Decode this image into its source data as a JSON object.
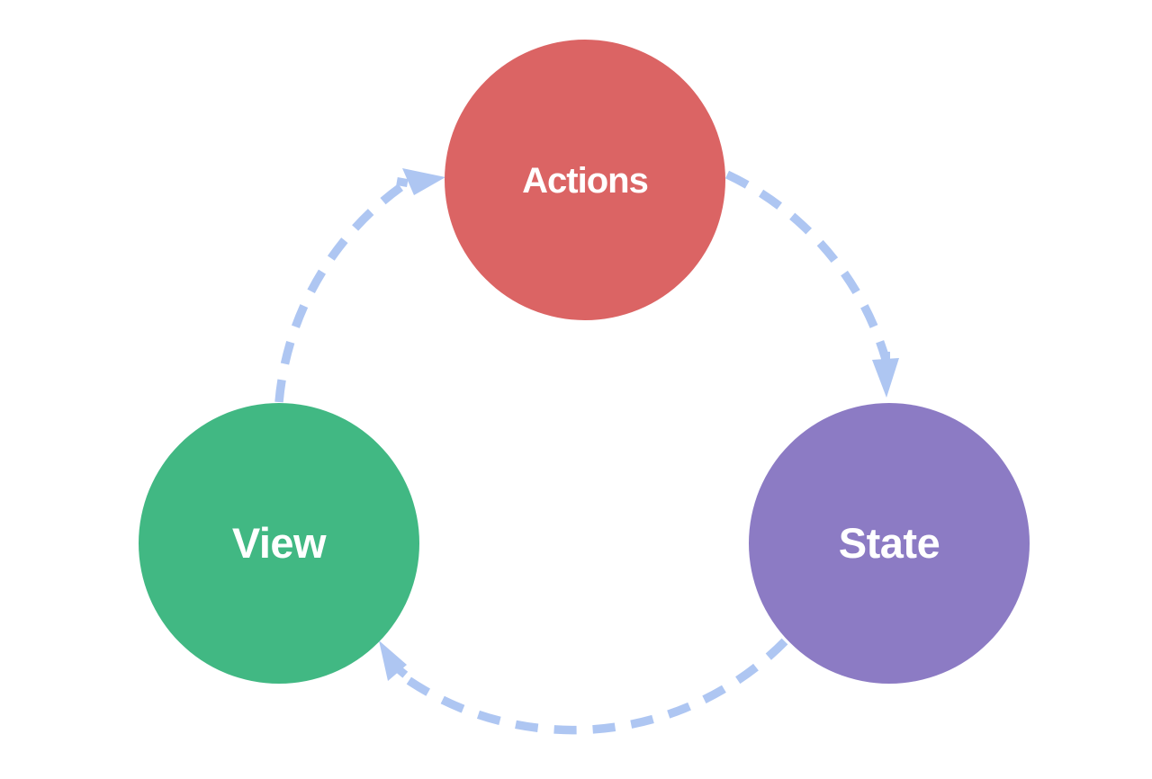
{
  "canvas": {
    "background": "#FFFFFF"
  },
  "nodes": [
    {
      "id": "actions",
      "label": "Actions",
      "fill": "#DB6464",
      "label_color": "#FFFFFF"
    },
    {
      "id": "state",
      "label": "State",
      "fill": "#8C7BC4",
      "label_color": "#FFFFFF"
    },
    {
      "id": "view",
      "label": "View",
      "fill": "#41B883",
      "label_color": "#FFFFFF"
    }
  ],
  "arrows": {
    "color": "#AEC6F2",
    "style": "dashed",
    "links": [
      {
        "from": "Actions",
        "to": "State"
      },
      {
        "from": "State",
        "to": "View"
      },
      {
        "from": "View",
        "to": "Actions"
      }
    ]
  }
}
